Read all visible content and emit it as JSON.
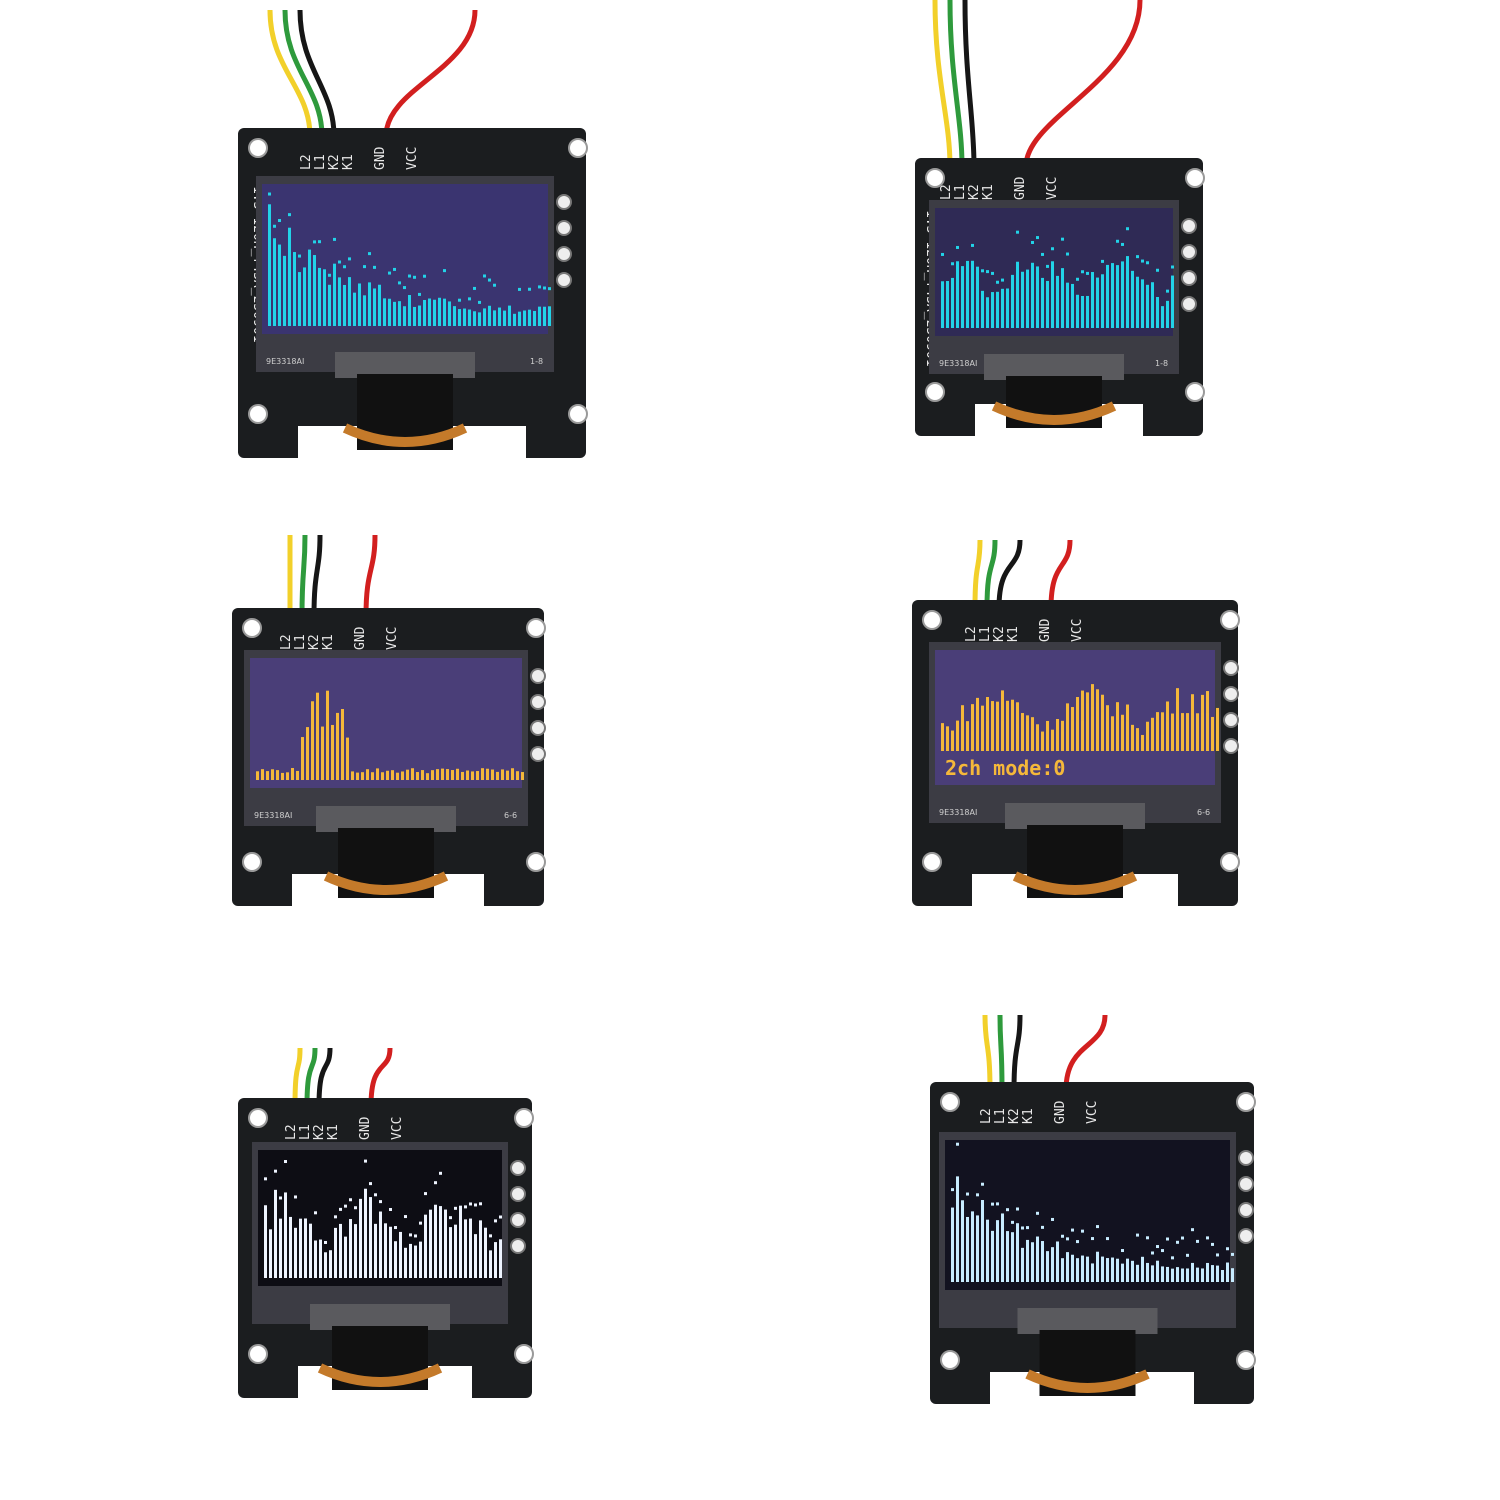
{
  "modules": [
    {
      "id": "m1",
      "pins": [
        "L2",
        "L1",
        "K2",
        "K1",
        "GND",
        "VCC"
      ],
      "side_label": "1.3'120H_Y43A_250901",
      "chip_code": "9E3318AI",
      "corner_code": "1-8",
      "display_color": "#22d3e8",
      "screen_bg": "#3a3470",
      "mode_text": ""
    },
    {
      "id": "m2",
      "pins": [
        "L2",
        "L1",
        "K2",
        "K1",
        "GND",
        "VCC"
      ],
      "side_label": "1.3'120H_Y43A_250901",
      "chip_code": "9E3318AI",
      "corner_code": "1-8",
      "display_color": "#22d3e8",
      "screen_bg": "#2f2a55",
      "mode_text": ""
    },
    {
      "id": "m3",
      "pins": [
        "L2",
        "L1",
        "K2",
        "K1",
        "GND",
        "VCC"
      ],
      "side_label": "",
      "chip_code": "9E3318AI",
      "corner_code": "6-6",
      "display_color": "#f5b83a",
      "screen_bg": "#4a3e78",
      "mode_text": ""
    },
    {
      "id": "m4",
      "pins": [
        "L2",
        "L1",
        "K2",
        "K1",
        "GND",
        "VCC"
      ],
      "side_label": "",
      "chip_code": "9E3318AI",
      "corner_code": "6-6",
      "display_color": "#f5b83a",
      "screen_bg": "#4a3e78",
      "mode_text": "2ch mode:0"
    },
    {
      "id": "m5",
      "pins": [
        "L2",
        "L1",
        "K2",
        "K1",
        "GND",
        "VCC"
      ],
      "side_label": "",
      "chip_code": "",
      "corner_code": "",
      "display_color": "#eef4ff",
      "screen_bg": "#0d0d14",
      "mode_text": ""
    },
    {
      "id": "m6",
      "pins": [
        "L2",
        "L1",
        "K2",
        "K1",
        "GND",
        "VCC"
      ],
      "side_label": "",
      "chip_code": "",
      "corner_code": "",
      "display_color": "#c8ecff",
      "screen_bg": "#121220",
      "mode_text": ""
    }
  ],
  "colors": {
    "pcb": "#1b1d1f",
    "wire_yellow": "#f2d02a",
    "wire_green": "#2e9a3c",
    "wire_black": "#161616",
    "wire_red": "#d21f1f",
    "flex": "#c47a2a"
  }
}
